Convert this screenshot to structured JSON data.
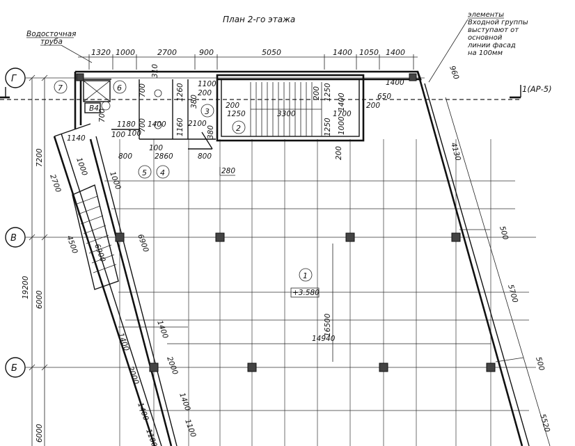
{
  "title": "План 2-го этажа",
  "notes": {
    "drainpipe": [
      "Водосточная",
      "труба"
    ],
    "entrance": [
      "элементы",
      "Входной группы",
      "выступают от",
      "основной",
      "линии фасад",
      "на 100мм"
    ]
  },
  "axes": {
    "G": "Г",
    "V": "В",
    "B": "Б",
    "ar5": "1(АР-5)"
  },
  "rooms": [
    "1",
    "2",
    "3",
    "4",
    "5",
    "6",
    "7"
  ],
  "room_label_b4": "В4",
  "elevation": "+3.580",
  "dims": {
    "top": [
      "1320",
      "1000",
      "2700",
      "900",
      "5050",
      "1400",
      "1050",
      "1400"
    ],
    "left_7200": "7200",
    "left_19200": "19200",
    "left_6000a": "6000",
    "left_6000b": "6000",
    "d2700": "2700",
    "d4500": "4500",
    "d1000a": "1000",
    "d1000b": "1000",
    "d6900a": "6900",
    "d6900b": "6900",
    "d1140": "1140",
    "d1180": "1180",
    "d100a": "100",
    "d100b": "100",
    "d100c": "100",
    "d700a": "700",
    "d700b": "700",
    "d700c": "700",
    "d800a": "800",
    "d800b": "800",
    "d2860": "2860",
    "d1400a": "1400",
    "d1160": "1160",
    "d2100": "2100",
    "d380a": "380",
    "d380b": "380",
    "d1260": "1260",
    "d1100a": "1100",
    "d200a": "200",
    "d200b": "200",
    "d200c": "200",
    "d200d": "200",
    "d200e": "200",
    "d1250a": "1250",
    "d1250b": "1250",
    "d1250c": "1250",
    "d3300": "3300",
    "d1400b": "1400",
    "d1700": "1700",
    "d1000c": "1000",
    "d650": "650",
    "d1400c": "1400",
    "d310": "310",
    "d280": "280",
    "d960": "960",
    "d4130": "4130",
    "d500a": "500",
    "d500b": "500",
    "d5700": "5700",
    "d5520": "5520",
    "d16500": "16500",
    "d14940": "14940",
    "d1400d": "1400",
    "d1400e": "1400",
    "d1400f": "1400",
    "d1400g": "1400",
    "d2000a": "2000",
    "d2000b": "2000",
    "d1100b": "1100",
    "d1100c": "1100"
  }
}
